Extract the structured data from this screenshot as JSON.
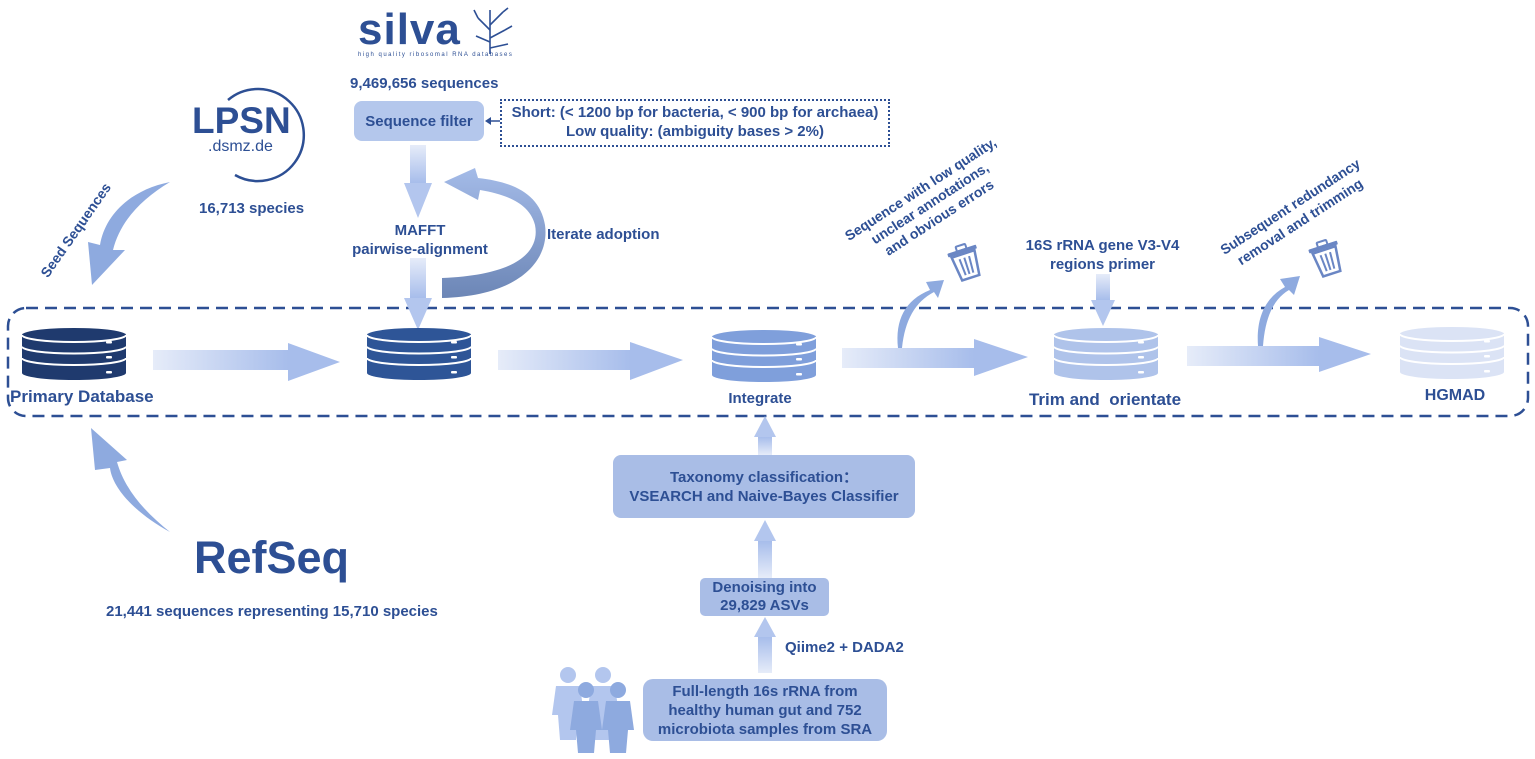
{
  "silva": {
    "logo_text": "silva",
    "tagline": "high quality ribosomal RNA databases",
    "count": "9,469,656 sequences"
  },
  "sequence_filter": {
    "label": "Sequence filter",
    "criteria_line1": "Short: (< 1200 bp for bacteria, < 900 bp for archaea)",
    "criteria_line2": "Low quality: (ambiguity bases > 2%)"
  },
  "lpsn": {
    "logo_text": "LPSN",
    "domain": ".dsmz.de",
    "count": "16,713 species",
    "arrow_label": "Seed Sequences"
  },
  "alignment": {
    "line1": "MAFFT",
    "line2": "pairwise-alignment",
    "loop_label": "Iterate adoption"
  },
  "discard1": {
    "line1": "Sequence with low quality,",
    "line2": "unclear annotations,",
    "line3": "and obvious errors"
  },
  "primer": {
    "line1": "16S rRNA gene V3-V4",
    "line2": "regions primer"
  },
  "discard2": {
    "line1": "Subsequent redundancy",
    "line2": "removal and trimming"
  },
  "pipeline": {
    "stages": [
      {
        "label": "Primary Database",
        "color": "#1f3a6e"
      },
      {
        "label": "",
        "color": "#2e5597"
      },
      {
        "label": "Integrate",
        "color": "#7f9fdb"
      },
      {
        "label": "Trim and  orientate",
        "color": "#afc3ea"
      },
      {
        "label": "HGMAD",
        "color": "#dbe3f5"
      }
    ]
  },
  "refseq": {
    "logo_text": "RefSeq",
    "count": "21,441 sequences representing 15,710 species"
  },
  "taxonomy": {
    "line1": "Taxonomy classification：",
    "line2": "VSEARCH and Naive-Bayes Classifier"
  },
  "denoise": {
    "line1": "Denoising into",
    "line2": "29,829 ASVs"
  },
  "tool": {
    "label": "Qiime2 + DADA2"
  },
  "source": {
    "line1": "Full-length 16s rRNA from",
    "line2": "healthy human gut and 752",
    "line3": "microbiota samples from SRA"
  },
  "colors": {
    "text": "#2d4f94",
    "dark_db": "#1f3a6e",
    "arrow": "#8eaadf",
    "arrow_light": "#e4ebf8",
    "box": "#a9bde6"
  }
}
